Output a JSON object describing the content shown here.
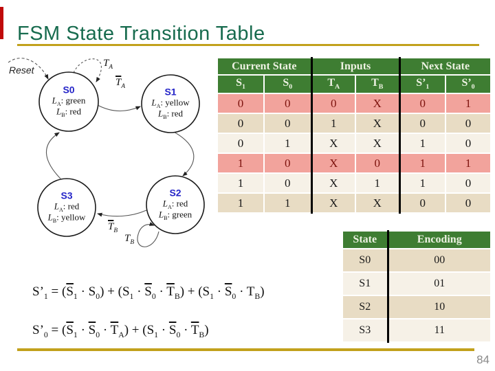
{
  "slide": {
    "title": "FSM State Transition Table",
    "page_number": "84"
  },
  "colors": {
    "title_green": "#176b4e",
    "rule_gold": "#c2a11c",
    "accent_red": "#c00a0a",
    "table_header_green": "#3e7d32",
    "highlight_pink": "#f2a39c",
    "highlight_text_red": "#7d130e",
    "row_tan": "#e8dcc4",
    "row_cream": "#f6f1e7",
    "state_name_blue": "#2424c8",
    "page_number_gray": "#8a8a8a"
  },
  "diagram": {
    "reset_label": "Reset",
    "states": [
      {
        "name": "S0",
        "line_a": "*{L}_{A}: green",
        "line_b": "*{L}_{B}: red"
      },
      {
        "name": "S1",
        "line_a": "*{L}_{A}: yellow",
        "line_b": "*{L}_{B}: red"
      },
      {
        "name": "S2",
        "line_a": "*{L}_{A}: red",
        "line_b": "*{L}_{B}: green"
      },
      {
        "name": "S3",
        "line_a": "*{L}_{A}: red",
        "line_b": "*{L}_{B}: yellow"
      }
    ],
    "transitions": {
      "s0_self": "T_{A}",
      "s0_to_s1": "~{T}_{A}",
      "s2_to_s3": "~{T}_{B}",
      "s2_self": "T_{B}"
    }
  },
  "transition_table": {
    "groups": [
      "Current State",
      "Inputs",
      "Next State"
    ],
    "columns": [
      "S_{1}",
      "S_{0}",
      "T_{A}",
      "T_{B}",
      "S’_{1}",
      "S’_{0}"
    ],
    "rows": [
      {
        "cells": [
          "0",
          "0",
          "0",
          "X",
          "0",
          "1"
        ],
        "highlight": true
      },
      {
        "cells": [
          "0",
          "0",
          "1",
          "X",
          "0",
          "0"
        ],
        "highlight": false
      },
      {
        "cells": [
          "0",
          "1",
          "X",
          "X",
          "1",
          "0"
        ],
        "highlight": false
      },
      {
        "cells": [
          "1",
          "0",
          "X",
          "0",
          "1",
          "1"
        ],
        "highlight": true
      },
      {
        "cells": [
          "1",
          "0",
          "X",
          "1",
          "1",
          "0"
        ],
        "highlight": false
      },
      {
        "cells": [
          "1",
          "1",
          "X",
          "X",
          "0",
          "0"
        ],
        "highlight": false
      }
    ]
  },
  "encoding_table": {
    "headers": [
      "State",
      "Encoding"
    ],
    "rows": [
      [
        "S0",
        "00"
      ],
      [
        "S1",
        "01"
      ],
      [
        "S2",
        "10"
      ],
      [
        "S3",
        "11"
      ]
    ]
  },
  "equations": [
    "S’_{1} = (~{S}_{1} · S_{0}) + (S_{1} · ~{S}_{0} · ~{T}_{B}) + (S_{1} · ~{S}_{0} · T_{B})",
    "S’_{0} = (~{S}_{1} · ~{S}_{0} · ~{T}_{A}) + (S_{1} · ~{S}_{0} · ~{T}_{B})"
  ]
}
